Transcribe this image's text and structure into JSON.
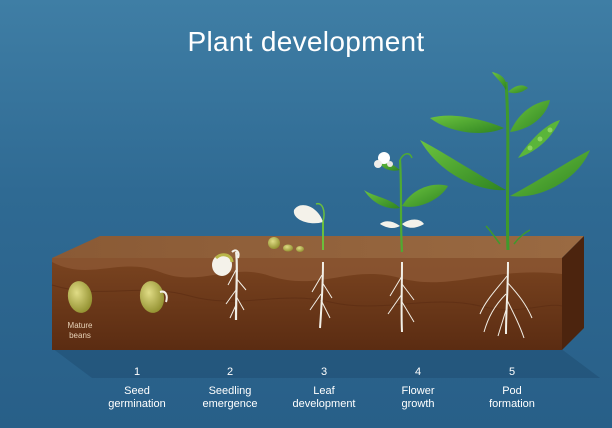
{
  "title": "Plant development",
  "mature_label": [
    "Mature",
    "beans"
  ],
  "stages": [
    {
      "number": "1",
      "lines": [
        "Seed",
        "germination"
      ]
    },
    {
      "number": "2",
      "lines": [
        "Seedling",
        "emergence"
      ]
    },
    {
      "number": "3",
      "lines": [
        "Leaf",
        "development"
      ]
    },
    {
      "number": "4",
      "lines": [
        "Flower",
        "growth"
      ]
    },
    {
      "number": "5",
      "lines": [
        "Pod",
        "formation"
      ]
    }
  ],
  "colors": {
    "background": "#2f6a93",
    "soil": "#6e3a1a",
    "soil_top": "#8b5a33",
    "leaf": "#3f9f2d",
    "seed": "#b9b64a"
  }
}
